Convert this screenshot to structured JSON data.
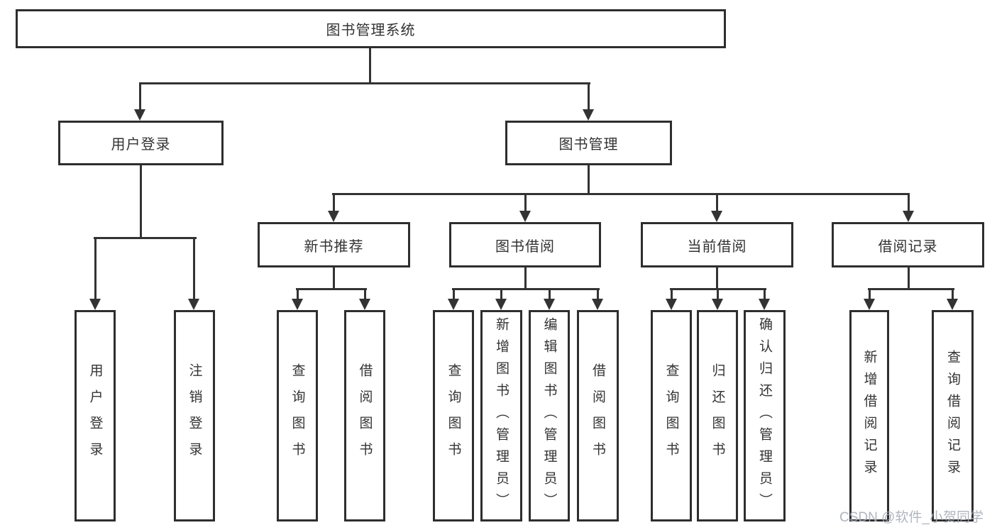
{
  "diagram_title": "图书管理系统",
  "boxes": {
    "root": "图书管理系统",
    "level2": [
      "用户登录",
      "图书管理"
    ],
    "level3": [
      "新书推荐",
      "图书借阅",
      "当前借阅",
      "借阅记录"
    ],
    "leaves": {
      "user_login": [
        "用户登录",
        "注销登录"
      ],
      "new_book_recommend": [
        "查询图书",
        "借阅图书"
      ],
      "book_borrow": [
        "查询图书",
        "新增图书（管理员）",
        "编辑图书（管理员）",
        "借阅图书"
      ],
      "current_borrow": [
        "查询图书",
        "归还图书",
        "确认归还（管理员）"
      ],
      "borrow_records": [
        "新增借阅记录",
        "查询借阅记录"
      ]
    }
  },
  "hierarchy": {
    "图书管理系统": [
      "用户登录",
      "图书管理"
    ],
    "用户登录": [
      "用户登录",
      "注销登录"
    ],
    "图书管理": [
      "新书推荐",
      "图书借阅",
      "当前借阅",
      "借阅记录"
    ],
    "新书推荐": [
      "查询图书",
      "借阅图书"
    ],
    "图书借阅": [
      "查询图书",
      "新增图书（管理员）",
      "编辑图书（管理员）",
      "借阅图书"
    ],
    "当前借阅": [
      "查询图书",
      "归还图书",
      "确认归还（管理员）"
    ],
    "借阅记录": [
      "新增借阅记录",
      "查询借阅记录"
    ]
  },
  "watermark": "CSDN @软件_小贺同学",
  "colors": {
    "line": "#333333",
    "box_border": "#2e2e2e",
    "text": "#333333",
    "watermark": "#a8adb9",
    "background": "#ffffff"
  }
}
